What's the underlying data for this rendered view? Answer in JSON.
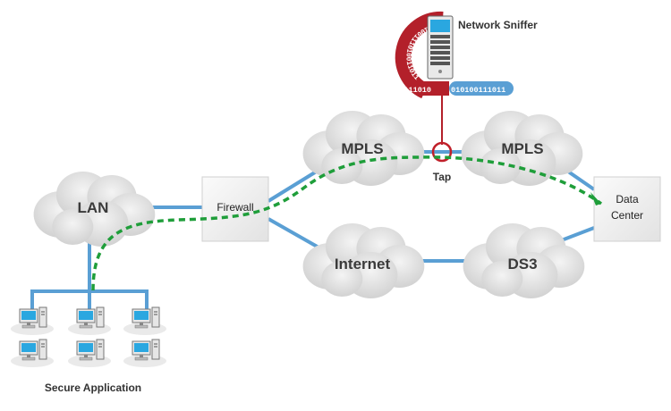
{
  "nodes": {
    "lan": "LAN",
    "firewall": "Firewall",
    "mpls_left": "MPLS",
    "mpls_right": "MPLS",
    "internet": "Internet",
    "ds3": "DS3",
    "data_center_line1": "Data",
    "data_center_line2": "Center",
    "tap": "Tap",
    "network_sniffer": "Network Sniffer",
    "secure_application": "Secure Application"
  },
  "binary_stream": {
    "arc_text": "010100111010011011",
    "bar_red": "1111100111010",
    "bar_blue": "010100111011"
  },
  "colors": {
    "link": "#5a9fd4",
    "path_dashed": "#1f9e3a",
    "sniffer_red": "#b3202a",
    "tap_ring": "#c0202a",
    "cloud_fill": "#dedede"
  }
}
